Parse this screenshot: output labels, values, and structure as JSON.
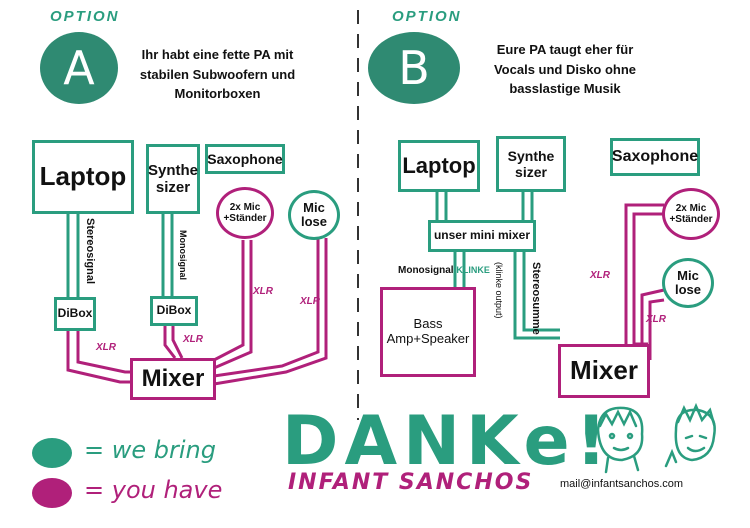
{
  "options": {
    "a": {
      "tag": "OPTION",
      "letter": "A",
      "description": "Ihr habt eine fette PA mit\nstabilen  Subwoofern und\nMonitorboxen"
    },
    "b": {
      "tag": "OPTION",
      "letter": "B",
      "description": "Eure PA taugt eher für\nVocals und Disko ohne\nbasslastige Musik"
    }
  },
  "diagram_a": {
    "laptop": "Laptop",
    "synth": "Synthe\nsizer",
    "saxophone": "Saxophone",
    "mic_stand": "2x Mic\n+Ständer",
    "mic_loose": "Mic\nlose",
    "dibox_1": "DiBox",
    "dibox_2": "DiBox",
    "mixer": "Mixer",
    "label_stereo": "Stereosignal",
    "label_mono": "Monosignal",
    "xlr_1": "XLR",
    "xlr_2": "XLR",
    "xlr_3": "XLR",
    "xlr_4": "XLR"
  },
  "diagram_b": {
    "laptop": "Laptop",
    "synth": "Synthe\nsizer",
    "saxophone": "Saxophone",
    "mini_mixer": "unser mini mixer",
    "mic_stand": "2x Mic\n+Ständer",
    "mic_loose": "Mic\nlose",
    "bass_amp": "Bass\nAmp+Speaker",
    "mixer": "Mixer",
    "label_mono": "Monosignal",
    "label_klinke": "KLINKE",
    "label_klinke_output": "(klinke output)",
    "label_stereosumme": "Stereosumme",
    "xlr_1": "XLR",
    "xlr_2": "XLR"
  },
  "legend": {
    "we_bring": "= we bring",
    "you_have": "= you have"
  },
  "footer": {
    "danke": "DANKe!",
    "band": "INFANT SANCHOS",
    "mail": "mail@infantsanchos.com"
  },
  "colors": {
    "teal": "#2a9d7f",
    "dark_teal": "#2f8a72",
    "magenta": "#b0207a"
  }
}
